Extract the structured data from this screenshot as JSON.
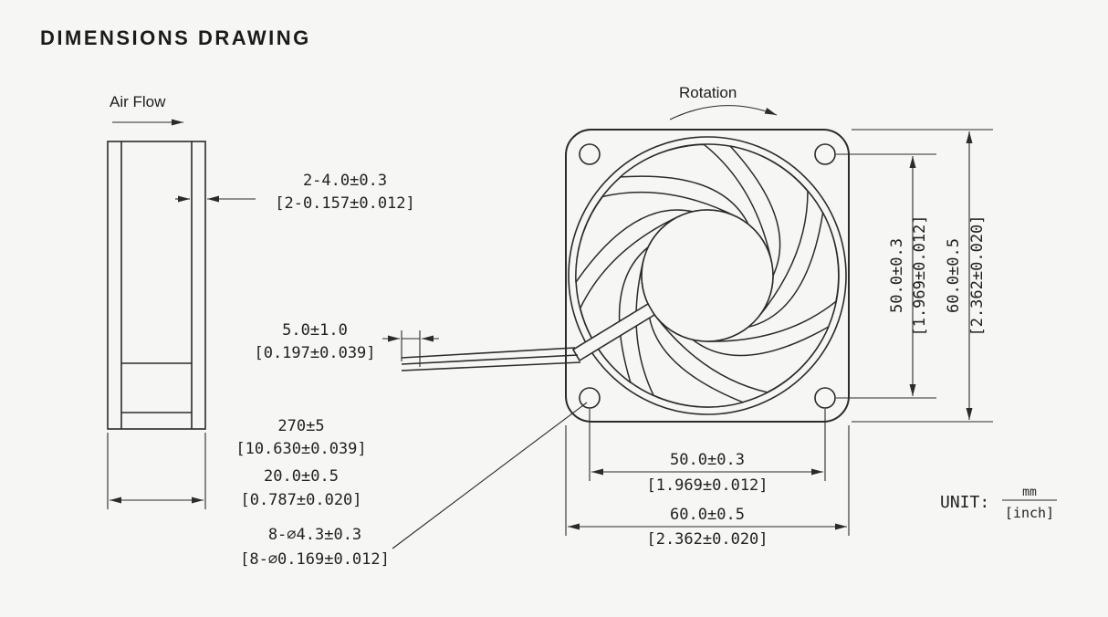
{
  "title": "DIMENSIONS DRAWING",
  "labels": {
    "air_flow": "Air Flow",
    "rotation": "Rotation"
  },
  "dims": {
    "flange": {
      "mm": "2-4.0±0.3",
      "inch": "[2-0.157±0.012]"
    },
    "lead_strip": {
      "mm": "5.0±1.0",
      "inch": "[0.197±0.039]"
    },
    "lead_length": {
      "mm": "270±5",
      "inch": "[10.630±0.039]"
    },
    "depth": {
      "mm": "20.0±0.5",
      "inch": "[0.787±0.020]"
    },
    "holes": {
      "mm": "8-⌀4.3±0.3",
      "inch": "[8-⌀0.169±0.012]"
    },
    "hole_pitch_vertical": {
      "mm": "50.0±0.3",
      "inch": "[1.969±0.012]"
    },
    "frame_height": {
      "mm": "60.0±0.5",
      "inch": "[2.362±0.020]"
    },
    "hole_pitch_horizontal": {
      "mm": "50.0±0.3",
      "inch": "[1.969±0.012]"
    },
    "frame_width": {
      "mm": "60.0±0.5",
      "inch": "[2.362±0.020]"
    }
  },
  "unit": {
    "label": "UNIT:",
    "mm": "mm",
    "inch": "[inch]"
  },
  "colors": {
    "background": "#f6f6f4",
    "line": "#2b2b2b"
  }
}
